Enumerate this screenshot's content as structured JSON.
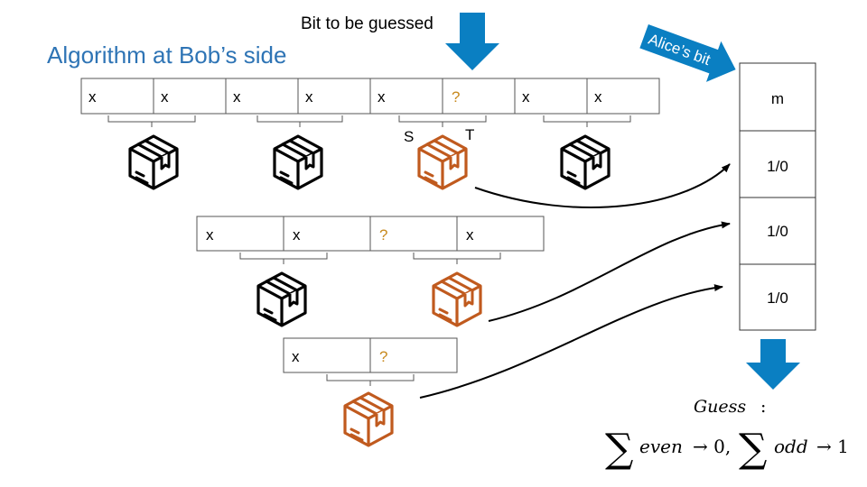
{
  "title": "Algorithm at Bob’s side",
  "top_arrow_label": "Bit to be guessed",
  "alice_label": "Alice’s bit",
  "cell_x": "x",
  "cell_q": "?",
  "label_s": "S",
  "label_t": "T",
  "register": [
    "m",
    "1/0",
    "1/0",
    "1/0"
  ],
  "guess_label": "Guess",
  "guess_colon": ":",
  "formula": {
    "sum1": "∑",
    "even": "even",
    "arrow1": "→ 0,",
    "sum2": "∑",
    "odd": "odd",
    "arrow2": "→ 1"
  },
  "colors": {
    "title": "#2e74b5",
    "arrow_blue": "#0a7fc2",
    "box_orange": "#c05a1e",
    "question_mark": "#c88a1f",
    "box_black": "#000000"
  },
  "icons": [
    "box-icon",
    "down-arrow-icon",
    "curved-arrow-icon"
  ]
}
